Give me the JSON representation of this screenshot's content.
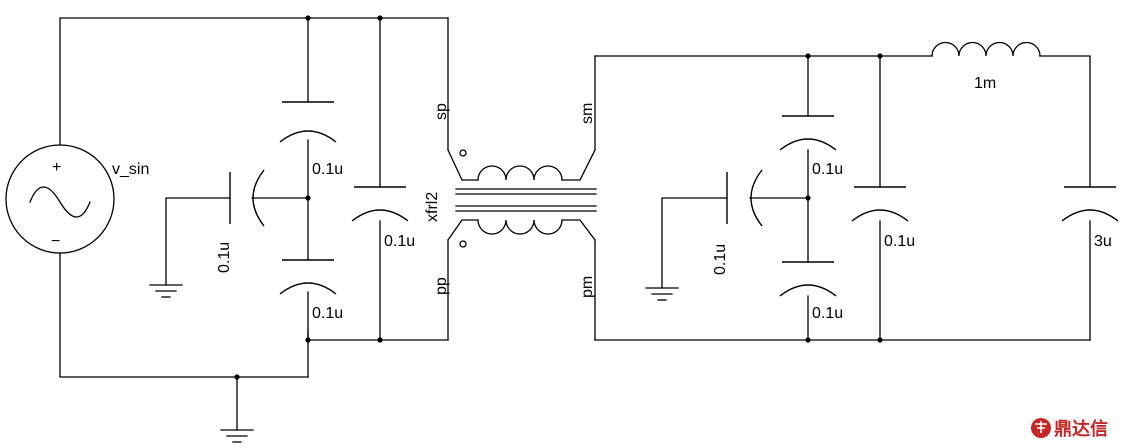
{
  "source": {
    "label": "v_sin",
    "plus": "+",
    "minus": "−"
  },
  "caps": {
    "c_left_top": "0.1u",
    "c_left_bottom": "0.1u",
    "c_left_horizontal": "0.1u",
    "c_left_bus": "0.1u",
    "c_right_top": "0.1u",
    "c_right_bottom": "0.1u",
    "c_right_horizontal": "0.1u",
    "c_right_bus": "0.1u",
    "c_load": "3u"
  },
  "inductor": {
    "label": "1m"
  },
  "transformer": {
    "name": "xfrl2",
    "pins": {
      "sp": "sp",
      "pp": "pp",
      "sm": "sm",
      "pm": "pm"
    }
  },
  "watermark": {
    "text": "鼎达信"
  },
  "colors": {
    "wire": "#000000",
    "watermark": "#c62828"
  }
}
